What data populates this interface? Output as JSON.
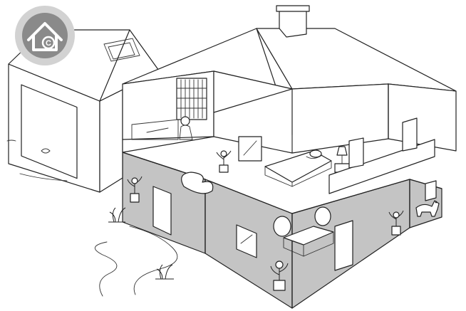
{
  "logo": {
    "icon": "house-copyright-logo",
    "glyph": "C"
  },
  "colors": {
    "basement": "#c4c4c4",
    "line": "#222222",
    "paper": "#ffffff",
    "logo_outer": "#d2d2d2",
    "logo_inner": "#8a8a8a",
    "logo_mark": "#ffffff"
  },
  "scene": {
    "rooms": [
      "living-room",
      "bedroom",
      "balcony",
      "attic-study",
      "basement-lounge"
    ],
    "icons": [
      "chimney-icon",
      "skylight-icon",
      "bookshelf-icon",
      "person-reading-icon",
      "person-sleeping-icon",
      "bed-icon",
      "lamp-icon",
      "dog-icon",
      "potted-plant-icon",
      "armchair-icon",
      "coffee-table-icon",
      "grass-tuft-icon",
      "garden-path-icon"
    ]
  }
}
